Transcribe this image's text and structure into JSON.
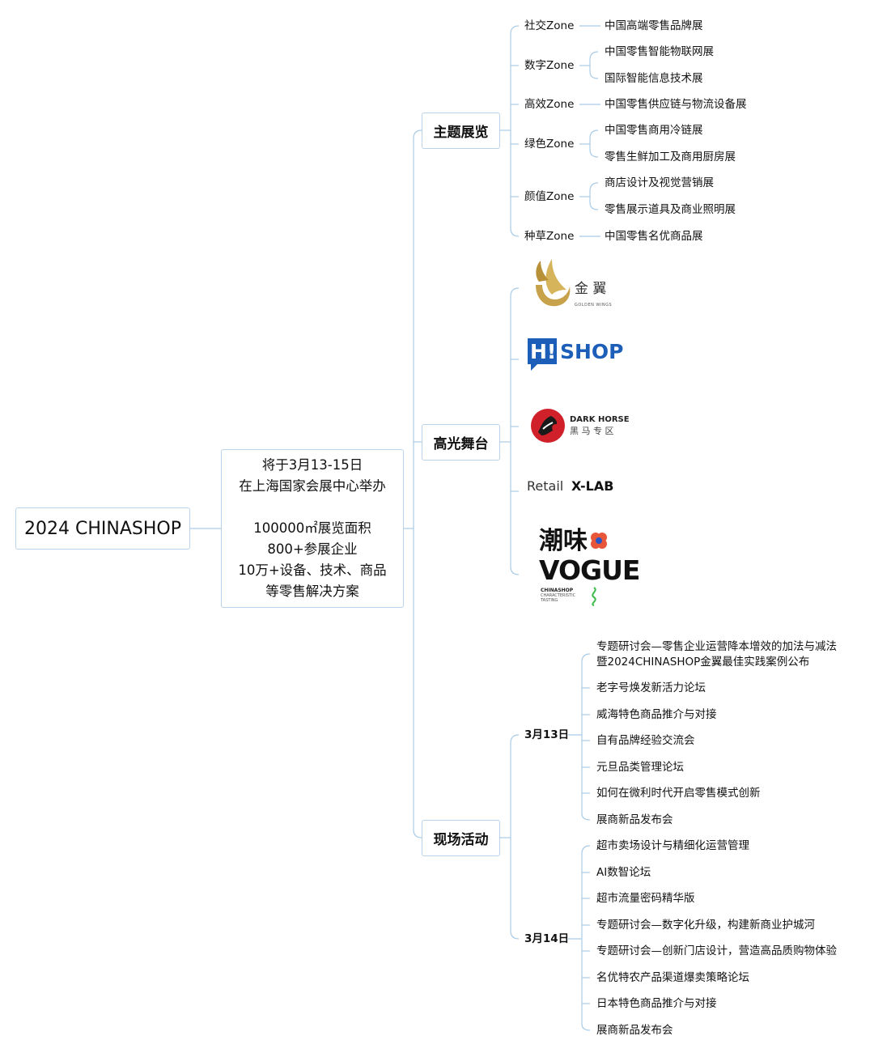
{
  "root": {
    "label": "2024 CHINASHOP"
  },
  "summary": {
    "line1": "将于3月13-15日",
    "line2": "在上海国家会展中心举办",
    "line3": "100000㎡展览面积",
    "line4": "800+参展企业",
    "line5": "10万+设备、技术、商品",
    "line6": "等零售解决方案"
  },
  "branches": {
    "theme": "主题展览",
    "stage": "高光舞台",
    "activities": "现场活动"
  },
  "zones": [
    {
      "name": "社交Zone",
      "items": [
        "中国高端零售品牌展"
      ]
    },
    {
      "name": "数字Zone",
      "items": [
        "中国零售智能物联网展",
        "国际智能信息技术展"
      ]
    },
    {
      "name": "高效Zone",
      "items": [
        "中国零售供应链与物流设备展"
      ]
    },
    {
      "name": "绿色Zone",
      "items": [
        "中国零售商用冷链展",
        "零售生鲜加工及商用厨房展"
      ]
    },
    {
      "name": "颜值Zone",
      "items": [
        "商店设计及视觉营销展",
        "零售展示道具及商业照明展"
      ]
    },
    {
      "name": "种草Zone",
      "items": [
        "中国零售名优商品展"
      ]
    }
  ],
  "stage_logos": {
    "golden_wings": {
      "cn": "金 翼",
      "en": "GOLDEN WINGS"
    },
    "hi_shop": {
      "hi": "H!",
      "shop": "SHOP"
    },
    "dark_horse": {
      "en": "DARK HORSE",
      "cn": "黑 马 专 区"
    },
    "retail_xlab": {
      "retail": "Retail",
      "xlab": "X-LAB"
    },
    "vogue": {
      "cn": "潮味",
      "en": "VOGUE",
      "sub1": "CHINASHOP",
      "sub2": "CHARACTERISTIC",
      "sub3": "TASTING"
    }
  },
  "days": [
    {
      "date": "3月13日",
      "events": [
        "专题研讨会—零售企业运营降本增效的加法与减法",
        "暨2024CHINASHOP金翼最佳实践案例公布",
        "老字号焕发新活力论坛",
        "威海特色商品推介与对接",
        "自有品牌经验交流会",
        "元旦品类管理论坛",
        "如何在微利时代开启零售模式创新",
        "展商新品发布会"
      ]
    },
    {
      "date": "3月14日",
      "events": [
        "超市卖场设计与精细化运营管理",
        "AI数智论坛",
        "超市流量密码精华版",
        "专题研讨会—数字化升级，构建新商业护城河",
        "专题研讨会—创新门店设计，营造高品质购物体验",
        "名优特农产品渠道爆卖策略论坛",
        "日本特色商品推介与对接",
        "展商新品发布会"
      ]
    }
  ],
  "colors": {
    "line": "#a9cbe6",
    "box_border": "#b8d3ea",
    "gold": "#c8a24a",
    "hishop_blue": "#1d5fb8",
    "dark_red": "#d0202a"
  }
}
